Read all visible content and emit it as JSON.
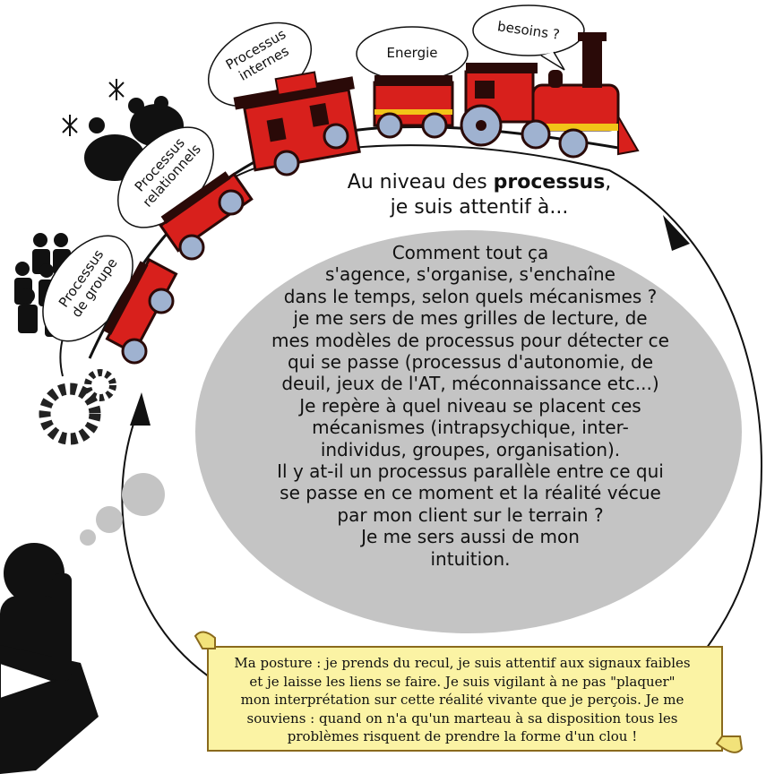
{
  "bubble_labels": {
    "besoins": "besoins ?",
    "energie": "Energie",
    "processus_internes": [
      "Processus",
      "internes"
    ],
    "processus_relationnels": [
      "Processus",
      "relationnels"
    ],
    "processus_groupe": [
      "Processus",
      "de groupe"
    ]
  },
  "heading": {
    "line1_prefix": "Au niveau des ",
    "line1_bold": "processus",
    "line1_suffix": ",",
    "line2": "je suis attentif à..."
  },
  "thought_bubble": {
    "lines": [
      "Comment tout ça",
      "s'agence, s'organise, s'enchaîne",
      "dans le temps, selon quels mécanismes ?",
      "je me sers de mes grilles de lecture, de",
      "mes modèles de processus pour détecter ce",
      "qui se passe (processus d'autonomie, de",
      "deuil, jeux de l'AT, méconnaissance etc...)",
      "Je repère à quel niveau se placent ces",
      "mécanismes (intrapsychique, inter-",
      "individus, groupes, organisation).",
      "Il y at-il un processus parallèle entre ce qui",
      "se passe en ce moment et la réalité vécue",
      "par mon client sur le terrain ?",
      "Je me sers aussi de mon",
      "intuition."
    ]
  },
  "scroll": {
    "lines": [
      "Ma posture : je prends du recul, je suis attentif aux signaux faibles",
      "et je laisse les liens se faire. Je suis vigilant à ne pas \"plaquer\"",
      "mon interprétation sur cette réalité vivante que je perçois. Je me",
      "souviens : quand on n'a qu'un marteau à sa disposition tous les",
      "problèmes risquent de prendre la forme d'un clou !"
    ]
  },
  "colors": {
    "train_red": "#d8201c",
    "train_dark": "#2a0a08",
    "train_yellow": "#f2c418",
    "wheel": "#9fb2d0",
    "bubble_gray": "#c4c4c4",
    "scroll_fill": "#fbf3a4"
  },
  "icons": [
    "gear-icon",
    "group-icon",
    "fighting-people-icon",
    "thinking-person-icon",
    "locomotive-icon"
  ]
}
